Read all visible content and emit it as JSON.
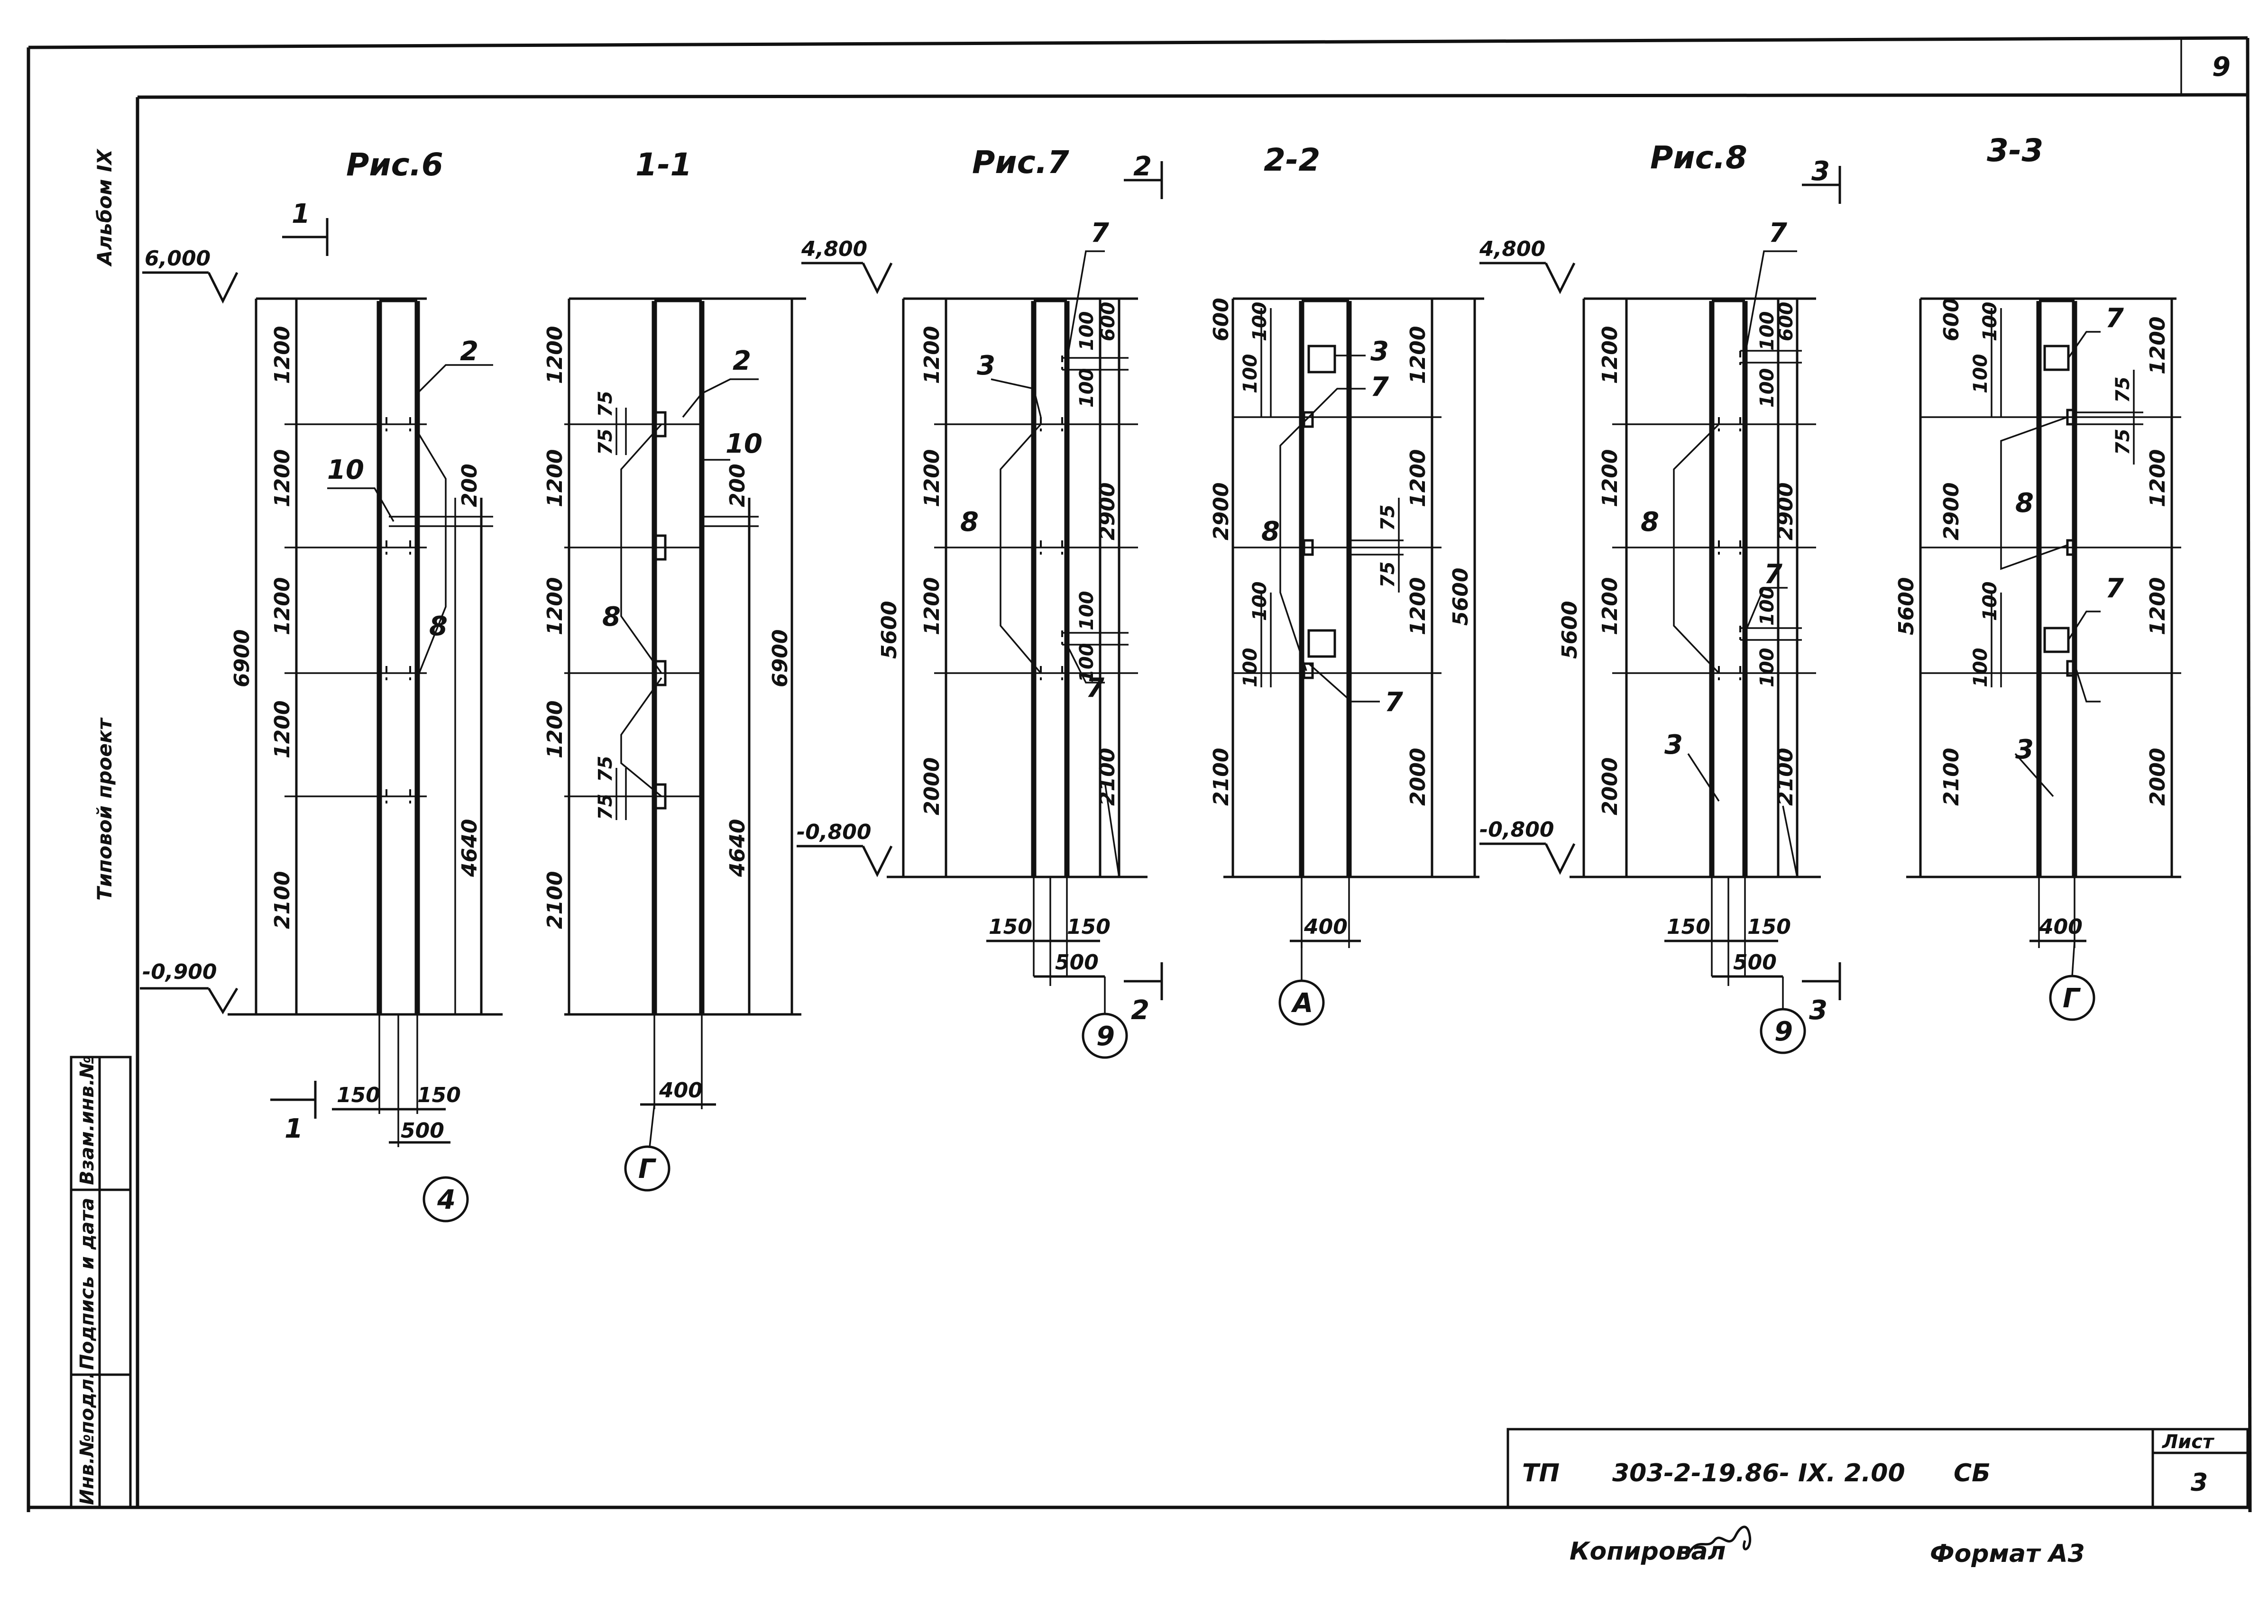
{
  "sheet_corner_number": "9",
  "side_labels": {
    "album": "Альбом IX",
    "project": "Типовой проект"
  },
  "left_stamp_columns": [
    "Инв.№подл.",
    "Подпись и дата",
    "Взам.инв.№"
  ],
  "figures": [
    {
      "title": "Рис.6",
      "levels": [
        "6,000",
        "-0,900"
      ],
      "dims_left": [
        "6900",
        "1200",
        "1200",
        "1200",
        "1200",
        "2100"
      ],
      "dims_right": [
        "200",
        "4640"
      ],
      "dims_bottom": [
        "150",
        "150",
        "500"
      ],
      "marks": [
        "2",
        "10",
        "8"
      ],
      "axis": "4",
      "cut_marker": "1"
    },
    {
      "title": "1-1",
      "dims_left": [
        "1200",
        "1200",
        "1200",
        "1200",
        "2100",
        "75",
        "75",
        "75",
        "75"
      ],
      "dims_right": [
        "200",
        "4640",
        "6900"
      ],
      "dims_bottom": [
        "400"
      ],
      "marks": [
        "2",
        "10",
        "8"
      ],
      "axis": "Г"
    },
    {
      "title": "Рис.7",
      "levels": [
        "4,800",
        "-0,800"
      ],
      "dims_left": [
        "5600",
        "1200",
        "1200",
        "1200",
        "2000"
      ],
      "dims_right": [
        "100",
        "600",
        "100",
        "2900",
        "100",
        "100",
        "2100"
      ],
      "dims_bottom": [
        "150",
        "150",
        "500"
      ],
      "marks": [
        "3",
        "7",
        "8",
        "7"
      ],
      "axis": "9",
      "cut_marker": "2"
    },
    {
      "title": "2-2",
      "dims_left": [
        "600",
        "100",
        "100",
        "2900",
        "100",
        "100",
        "2100"
      ],
      "dims_right": [
        "1200",
        "75",
        "75",
        "1200",
        "1200",
        "2000",
        "5600"
      ],
      "dims_bottom": [
        "400"
      ],
      "marks": [
        "3",
        "7",
        "8",
        "7"
      ],
      "axis": "А"
    },
    {
      "title": "Рис.8",
      "levels": [
        "4,800",
        "-0,800"
      ],
      "dims_left": [
        "5600",
        "1200",
        "1200",
        "1200",
        "2000"
      ],
      "dims_right": [
        "100",
        "600",
        "100",
        "2900",
        "100",
        "100",
        "2100"
      ],
      "dims_bottom": [
        "150",
        "150",
        "500"
      ],
      "marks": [
        "7",
        "8",
        "7",
        "3"
      ],
      "axis": "9",
      "cut_marker": "3"
    },
    {
      "title": "3-3",
      "dims_left": [
        "5600",
        "600",
        "100",
        "100",
        "2900",
        "100",
        "100",
        "2100"
      ],
      "dims_right": [
        "1200",
        "75",
        "75",
        "1200",
        "1200",
        "2000"
      ],
      "dims_bottom": [
        "400"
      ],
      "marks": [
        "7",
        "8",
        "7",
        "3"
      ],
      "axis": "Г"
    }
  ],
  "title_block": {
    "prefix": "ТП",
    "code": "303-2-19.86- IX. 2.00",
    "suffix": "СБ",
    "sheet_label": "Лист",
    "sheet_number": "3"
  },
  "footer": {
    "copied_by": "Копировал",
    "format": "Формат А3"
  }
}
